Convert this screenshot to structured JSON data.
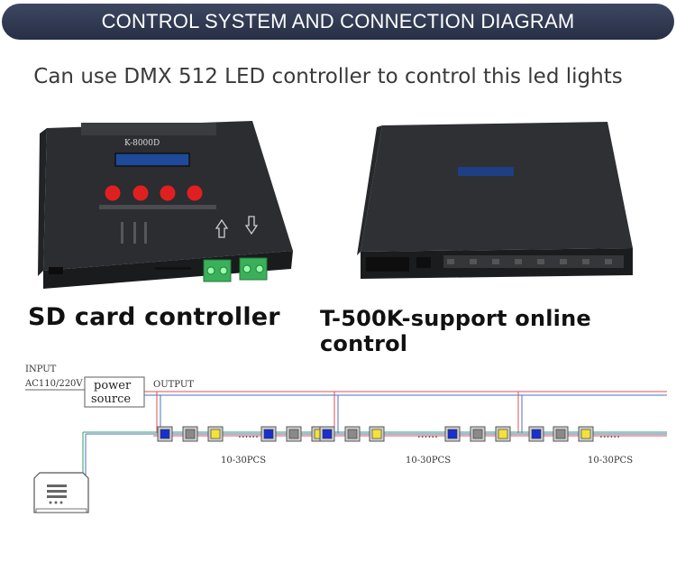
{
  "banner": {
    "title": "CONTROL SYSTEM AND CONNECTION DIAGRAM"
  },
  "subtitle": "Can use DMX 512 LED controller to control this led lights",
  "devices": [
    {
      "model": "K-8000D",
      "caption": "SD card controller",
      "buttons": 4
    },
    {
      "caption": "T-500K-support online control"
    }
  ],
  "wiring": {
    "input_label": "INPUT",
    "voltage_label": "AC110/220V",
    "power_label_line1": "power",
    "power_label_line2": "source",
    "output_label": "OUTPUT",
    "dots": "......",
    "pixel_groups": [
      {
        "label": "10-30PCS"
      },
      {
        "label": "10-30PCS"
      },
      {
        "label": "10-30PCS"
      }
    ]
  },
  "colors": {
    "banner_bg": "#2e3650",
    "pixel_blue": "#1a2fd0",
    "pixel_gray": "#8a8a8a",
    "pixel_yellow": "#f2e23a",
    "wire_red": "#e05050",
    "wire_blue": "#4a70c8",
    "wire_green": "#2f9e5c",
    "button_red": "#e02020"
  }
}
